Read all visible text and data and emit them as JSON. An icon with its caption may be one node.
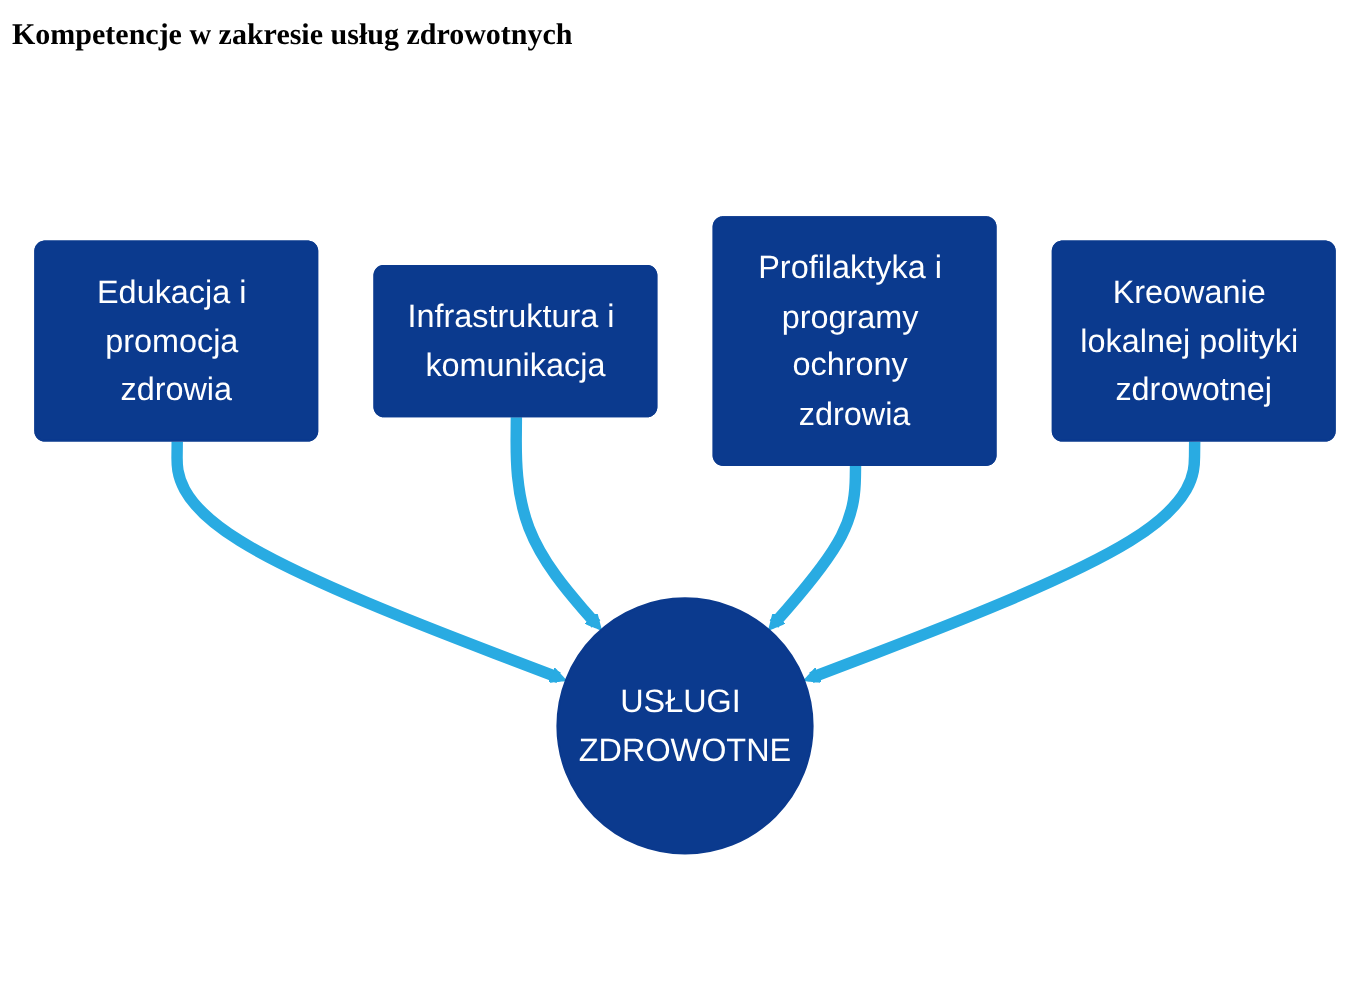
{
  "diagram": {
    "title": "Kompetencje w zakresie usług zdrowotnych",
    "nodes": [
      {
        "text": [
          "Edukacja i promocja zdrowia"
        ]
      },
      {
        "text": [
          "Infrastruktura i komunikacja"
        ]
      },
      {
        "text": [
          "Profilaktyka i programy ochrony zdrowia"
        ]
      },
      {
        "text": [
          "Kreowanie lokalnej polityki zdrowotnej"
        ]
      },
      {
        "text": [
          "USŁUGI ZDROWOTNE"
        ]
      }
    ],
    "edges": [
      {
        "from": 0,
        "to": 4,
        "arrow": "to"
      },
      {
        "from": 1,
        "to": 4,
        "arrow": "to"
      },
      {
        "from": 2,
        "to": 4,
        "arrow": "to"
      },
      {
        "from": 3,
        "to": 4,
        "arrow": "to"
      }
    ]
  }
}
